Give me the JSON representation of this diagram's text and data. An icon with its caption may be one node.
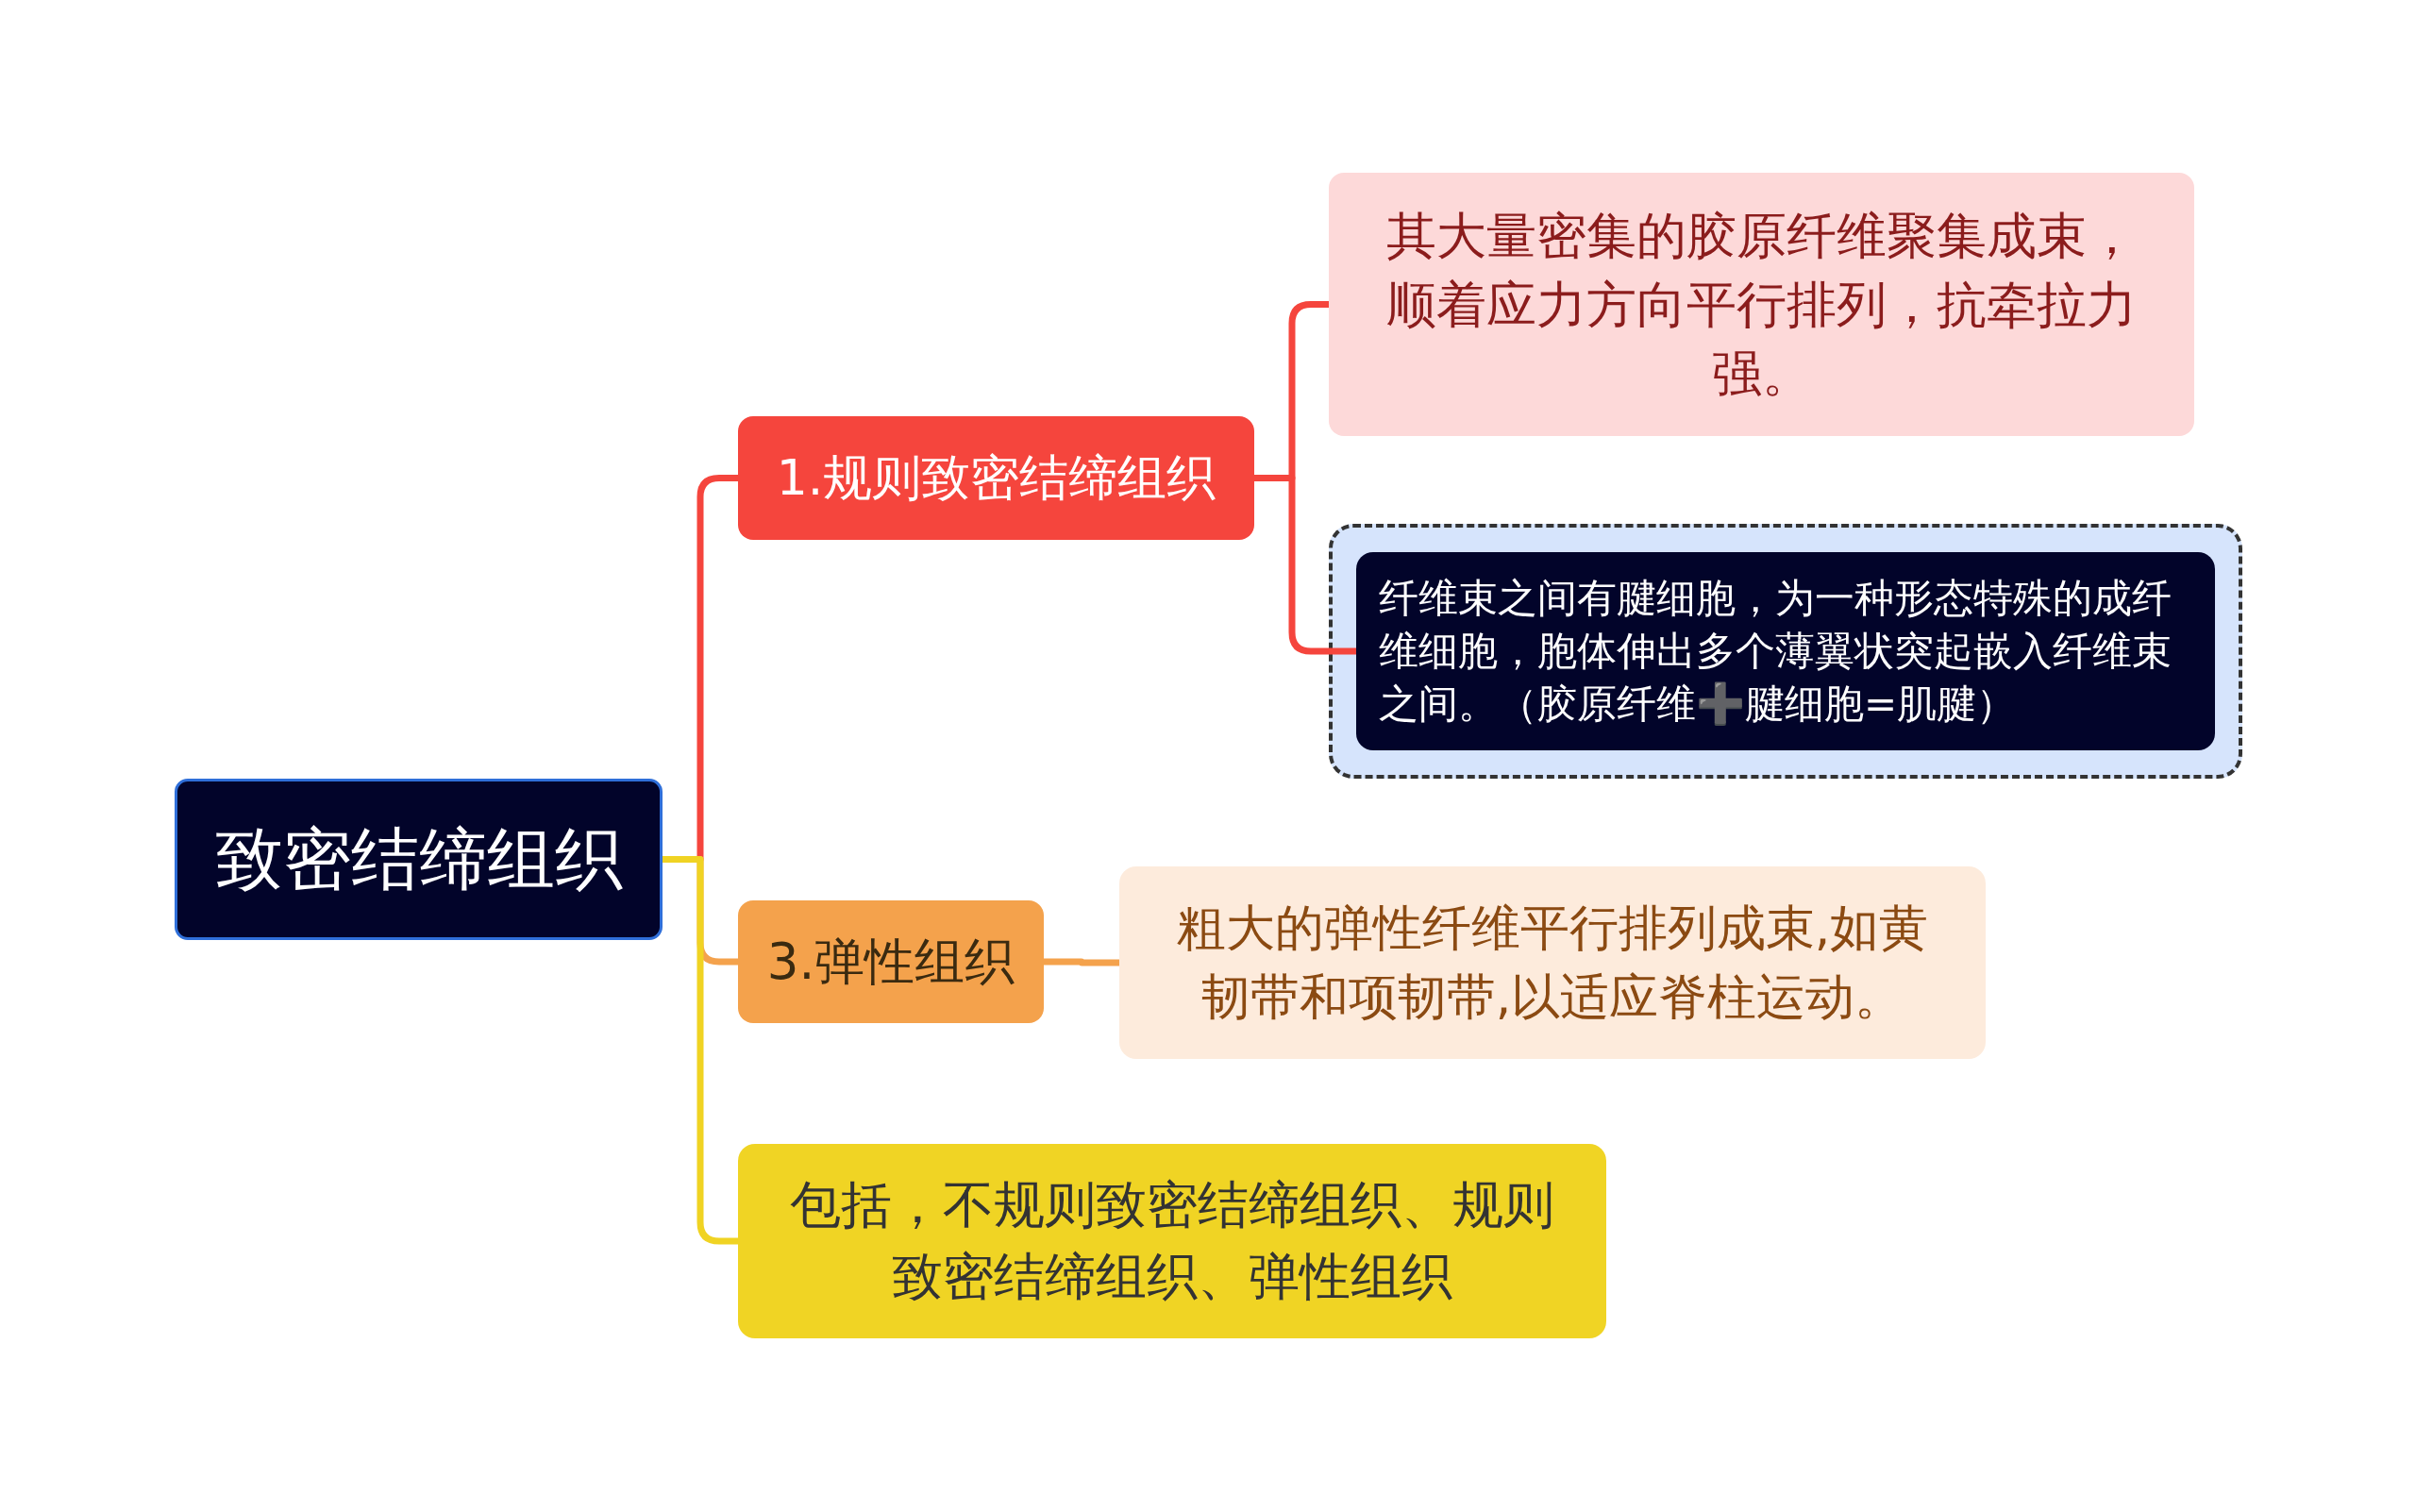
{
  "diagram": {
    "nodes": [
      {
        "text": [
          "致密结缔组织"
        ]
      },
      {
        "text": [
          "1.规则致密结缔组织"
        ]
      },
      {
        "text": [
          "其大量密集的胶原纤维聚集成束，顺着应力方向平行排列，抗牵拉力强。"
        ]
      },
      {
        "text": [],
        "shape": "box"
      },
      {
        "text": [
          "纤维束之间有腱细胞，为一种形态特殊的成纤维细胞，胞体伸出多个薄翼状突起嵌入纤维束之间。（胶原纤维➕腱细胞=肌腱）"
        ],
        "in": 3
      },
      {
        "text": [
          "3.弹性组织"
        ]
      },
      {
        "text": [
          "粗大的弹性纤维平行排列成束,如黄韧带和项韧带,以适应脊柱运动。"
        ]
      },
      {
        "text": [
          "包括，不规则致密结缔组织、规则致密结缔组织、弹性组织"
        ]
      }
    ],
    "edges": [
      {
        "from": 0,
        "to": 1,
        "arrow": "none"
      },
      {
        "from": 0,
        "to": 5,
        "arrow": "none",
        "color": "#f4a24c"
      },
      {
        "from": 0,
        "to": 7,
        "arrow": "none",
        "color": "#f0d323"
      },
      {
        "from": 1,
        "to": 2,
        "arrow": "none"
      },
      {
        "from": 1,
        "to": 4,
        "arrow": "none"
      },
      {
        "from": 5,
        "to": 6,
        "arrow": "none",
        "color": "#f4a24c"
      }
    ]
  }
}
